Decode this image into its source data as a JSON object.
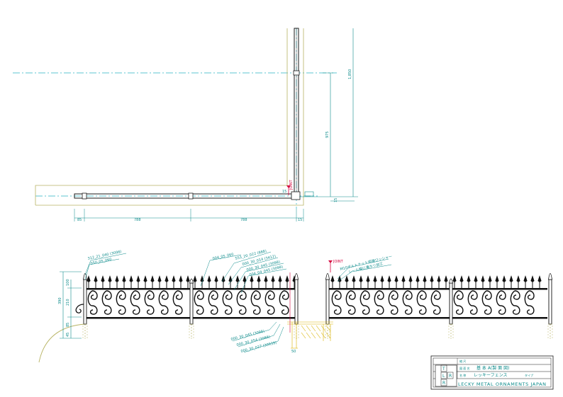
{
  "plan": {
    "dim_vertical_total": "1,850",
    "dim_vertical_partial": "975",
    "dim_vertical_small": "15",
    "dim_h_left": "85",
    "dim_h_seg1": "788",
    "dim_h_seg2": "788",
    "dim_h_right": "15",
    "dim_corner_small": "15",
    "joint_label": "JOINT"
  },
  "elevation": {
    "dim_height_total": "390",
    "dim_top": "100",
    "dim_mid": "210",
    "dim_bottom": "85",
    "dim_bottom2": "45",
    "callouts_left": [
      "312_21_040 (3098)",
      "050_05_060"
    ],
    "callouts_mid": [
      "004_05_060",
      "553_20_022 (888)",
      "000_30_014 (3412)",
      "000_30_045 (3098)",
      "004_04_045 (3098)"
    ],
    "callouts_low": [
      "000_30_045 (3098)",
      "000_30_054 (3088)",
      "000_30_027 (30939)"
    ],
    "joint_label": "JOINT",
    "joint_note1": "M10ボルトナット両端ワッシャー",
    "joint_note2": "レール幅に溝ホリ加工",
    "small_dim": "50"
  },
  "title_block": {
    "row1_label": "縮 尺",
    "row2_label": "図 面 名",
    "row2_value": "基 本 A(製 面 図)",
    "row3_label": "名 称",
    "row3_value": "レッキーフェンス",
    "row3_extra": "タイプ",
    "company": "LECKY METAL ORNAMENTS JAPAN",
    "logo_letters": [
      "T",
      "L",
      "R",
      "R"
    ]
  }
}
